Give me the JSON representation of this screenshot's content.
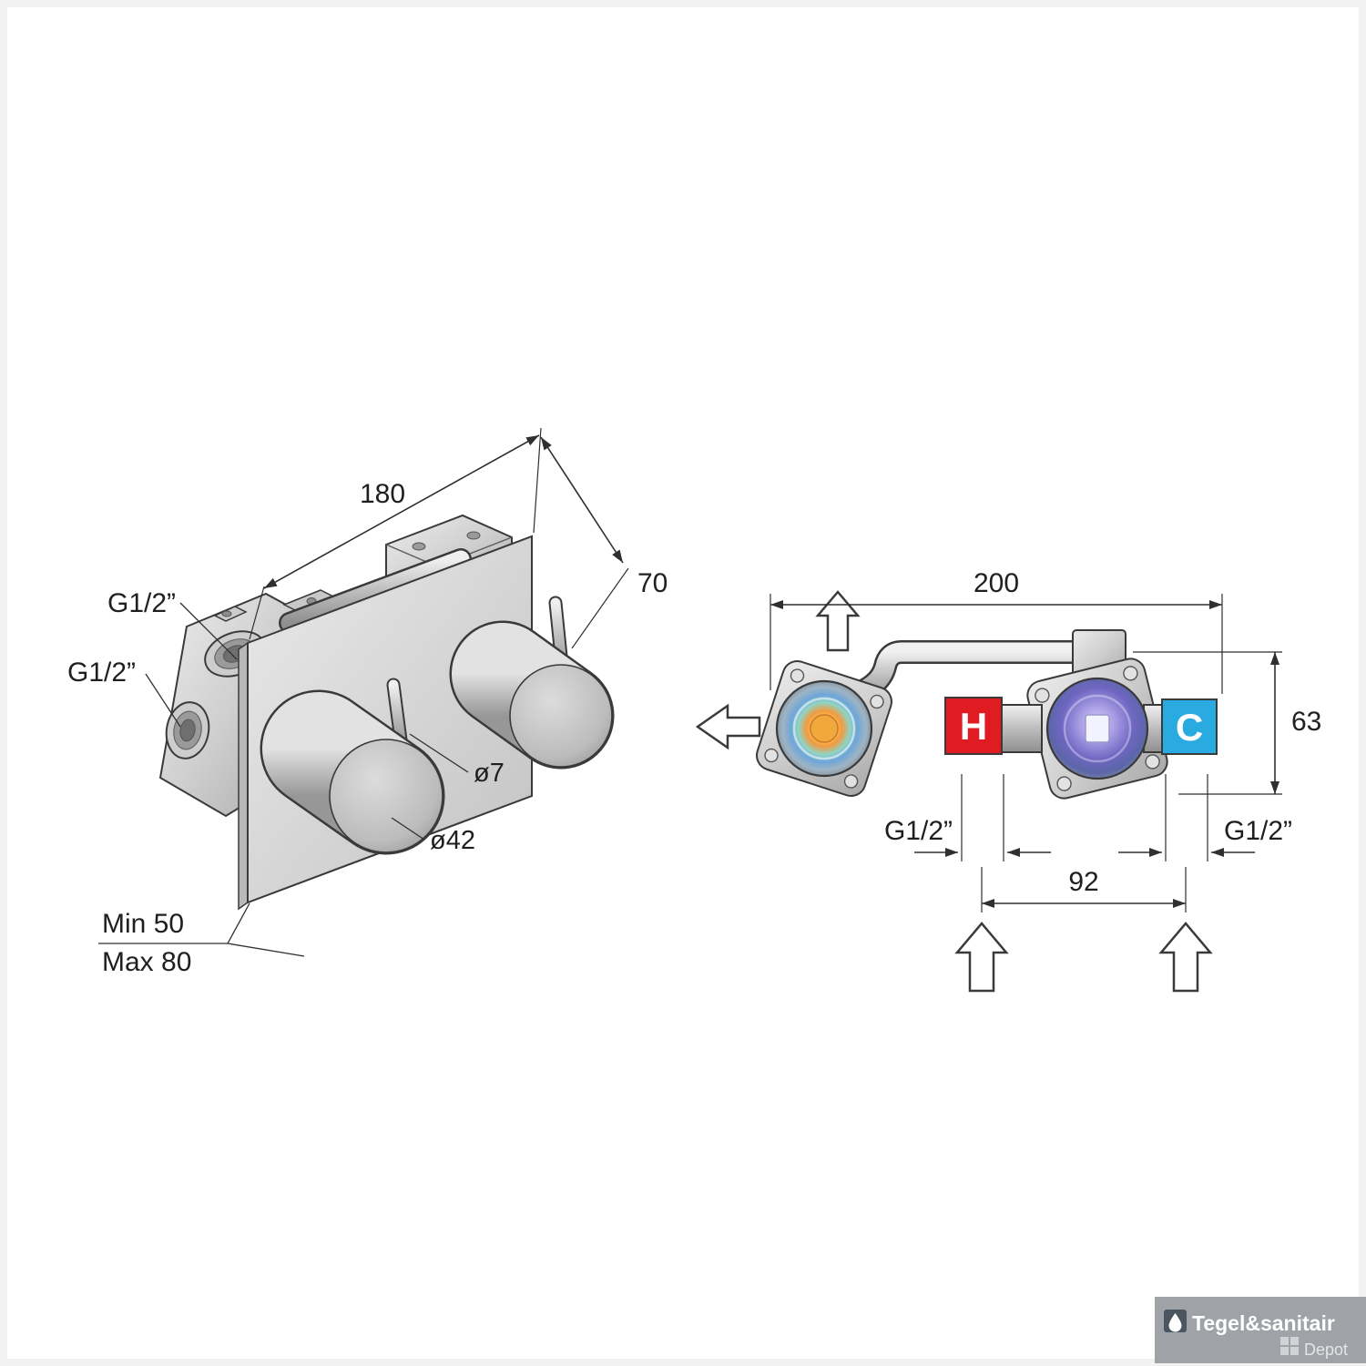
{
  "canvas": {
    "bg": "#ffffff",
    "ink": "#3a3a3a"
  },
  "iso_view": {
    "dim_width": "180",
    "dim_height": "70",
    "thread_top": "G1/2”",
    "thread_side": "G1/2”",
    "pin_dia": "ø7",
    "knob_dia": "ø42",
    "depth_min": "Min 50",
    "depth_max": "Max 80"
  },
  "front_view": {
    "dim_width": "200",
    "dim_height": "63",
    "dim_centers": "92",
    "thread_left": "G1/2”",
    "thread_right": "G1/2”",
    "hot_label": "H",
    "cold_label": "C",
    "hot_color": "#e01b22",
    "cold_color": "#29abe2"
  },
  "icons": {
    "outlet_left": "left-arrow-outline",
    "outlet_top": "up-arrow-outline",
    "inlet_hot": "up-arrow-outline",
    "inlet_cold": "up-arrow-outline"
  },
  "watermark": {
    "brand": "Tegel&sanitair",
    "sub": "Depot"
  }
}
